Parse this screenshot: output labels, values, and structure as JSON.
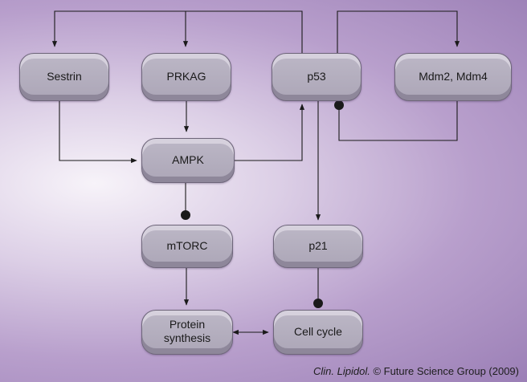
{
  "nodes": {
    "sestrin": "Sestrin",
    "prkag": "PRKAG",
    "p53": "p53",
    "mdm": "Mdm2, Mdm4",
    "ampk": "AMPK",
    "mtorc": "mTORC",
    "p21": "p21",
    "protein_synthesis": "Protein\nsynthesis",
    "cell_cycle": "Cell cycle"
  },
  "caption": {
    "journal": "Clin. Lipidol.",
    "rest": " © Future Science Group (2009)"
  },
  "colors": {
    "line": "#1a1a1a",
    "node_fill": "#b3adbe",
    "background_light": "#f7f3f9",
    "background_dark": "#9b7fb6"
  }
}
